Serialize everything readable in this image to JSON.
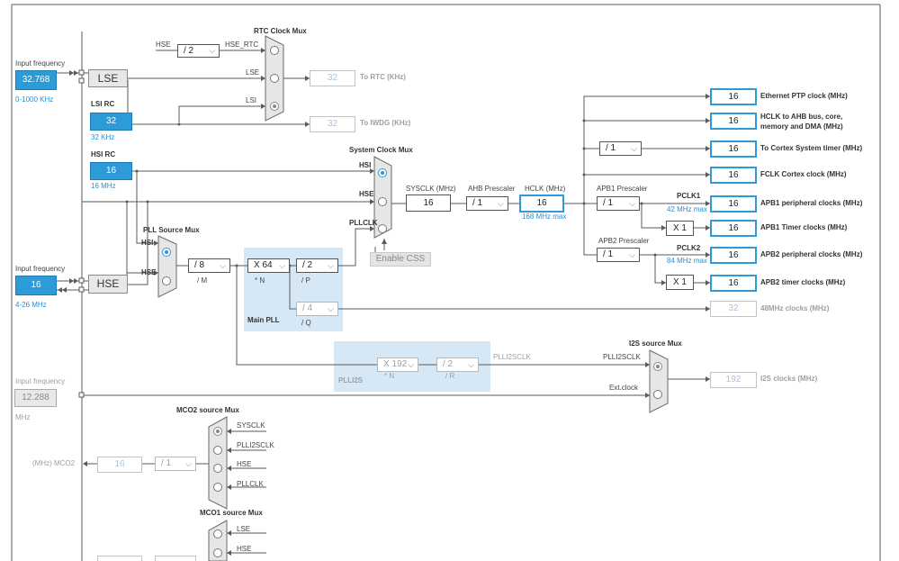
{
  "colors": {
    "accent": "#2e9bd9",
    "wire": "#5a5a5a",
    "region": "#d6e8f6",
    "disabled_text": "#9aa0a6"
  },
  "rtc_mux": {
    "title": "RTC Clock Mux",
    "hse_in": "HSE",
    "div": "/ 2",
    "hse_rtc": "HSE_RTC",
    "lse": "LSE",
    "lsi": "LSI"
  },
  "to_rtc": {
    "value": "32",
    "label": "To RTC (KHz)"
  },
  "to_iwdg": {
    "value": "32",
    "label": "To IWDG (KHz)"
  },
  "lse": {
    "in_label": "Input frequency",
    "value": "32.768",
    "range": "0-1000 KHz",
    "name": "LSE"
  },
  "lsi": {
    "label": "LSI RC",
    "value": "32",
    "sub": "32 KHz"
  },
  "hsi": {
    "label": "HSI RC",
    "value": "16",
    "sub": "16 MHz"
  },
  "hse": {
    "in_label": "Input frequency",
    "value": "16",
    "range": "4-26 MHz",
    "name": "HSE"
  },
  "sys_mux": {
    "title": "System Clock Mux",
    "hsi": "HSI",
    "hse": "HSE",
    "pllclk": "PLLCLK",
    "enable_css": "Enable CSS"
  },
  "sysclk": {
    "label": "SYSCLK (MHz)",
    "value": "16"
  },
  "ahb": {
    "label": "AHB Prescaler",
    "value": "/ 1"
  },
  "hclk": {
    "label": "HCLK (MHz)",
    "value": "16",
    "max": "168 MHz max"
  },
  "apb1": {
    "label": "APB1 Prescaler",
    "value": "/ 1",
    "pclk": "PCLK1",
    "max": "42 MHz max",
    "timer_mul": "X 1"
  },
  "apb2": {
    "label": "APB2 Prescaler",
    "value": "/ 1",
    "pclk": "PCLK2",
    "max": "84 MHz max",
    "timer_mul": "X 1"
  },
  "cortex_div": "/ 1",
  "outputs": [
    {
      "value": "16",
      "label": "Ethernet PTP clock (MHz)"
    },
    {
      "value": "16",
      "label": "HCLK to AHB bus, core,",
      "label2": "memory and DMA (MHz)"
    },
    {
      "value": "16",
      "label": "To Cortex System timer (MHz)"
    },
    {
      "value": "16",
      "label": "FCLK Cortex clock (MHz)"
    },
    {
      "value": "16",
      "label": "APB1 peripheral clocks (MHz)"
    },
    {
      "value": "16",
      "label": "APB1 Timer clocks (MHz)"
    },
    {
      "value": "16",
      "label": "APB2 peripheral clocks (MHz)"
    },
    {
      "value": "16",
      "label": "APB2 timer clocks (MHz)"
    }
  ],
  "pll_src": {
    "title": "PLL Source Mux",
    "hsi": "HSI",
    "hse": "HSE"
  },
  "main_pll": {
    "m": "/ 8",
    "m_label": "/ M",
    "n": "X 64",
    "n_label": "* N",
    "p": "/ 2",
    "p_label": "/ P",
    "q": "/ 4",
    "q_label": "/ Q",
    "title": "Main PLL"
  },
  "clk48": {
    "value": "32",
    "label": "48MHz clocks (MHz)"
  },
  "plli2s": {
    "n": "X 192",
    "n_label": "* N",
    "r": "/ 2",
    "r_label": "/ R",
    "title": "PLLI2S",
    "out": "PLLI2SCLK"
  },
  "i2s_mux": {
    "title": "I2S source Mux",
    "plli2sclk": "PLLI2SCLK",
    "ext": "Ext.clock"
  },
  "i2s_out": {
    "value": "192",
    "label": "I2S clocks (MHz)"
  },
  "ext_in": {
    "label": "Input frequency",
    "value": "12.288",
    "unit": "MHz"
  },
  "mco2": {
    "title": "MCO2 source Mux",
    "sysclk": "SYSCLK",
    "plli2sclk": "PLLI2SCLK",
    "hse": "HSE",
    "pllclk": "PLLCLK",
    "div": "/ 1",
    "value": "16",
    "label": "(MHz) MCO2"
  },
  "mco1": {
    "title": "MCO1 source Mux",
    "lse": "LSE",
    "hse": "HSE"
  }
}
